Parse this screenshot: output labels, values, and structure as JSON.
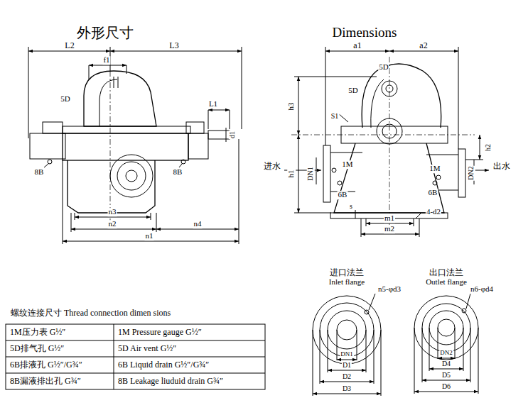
{
  "diagram": {
    "title": "外形尺寸",
    "labels": [
      "Dimensions",
      "L2",
      "L3",
      "f1",
      "5D",
      "L1",
      "d1",
      "8B",
      "8B",
      "n3",
      "n2",
      "n4",
      "n1",
      "a1",
      "a2",
      "5D",
      "5D",
      "h3",
      "S1",
      "h2",
      "进水",
      "1M",
      "1M",
      "出水",
      "DN1",
      "h1",
      "6B",
      "6B",
      "DN2",
      "s",
      "4-d2",
      "m1",
      "m2",
      "进口法兰",
      "Inlet flange",
      "n5-φd3",
      "DN1",
      "D1",
      "D2",
      "D3",
      "出口法兰",
      "Outlet flange",
      "n6-φd4",
      "DN2",
      "D4",
      "D5",
      "D6",
      "螺纹连接尺寸 Thread connection dimen sions",
      "1M压力表 G½″",
      "1M Pressure gauge G½″",
      "5D排气孔 G½″",
      "5D Air vent G½″",
      "6B排液孔 G½″/G¾″",
      "6B Liquid drain G½″/G¾″",
      "8B漏液排出孔 G¾″",
      "8B Leakage liuduid drain G¾″"
    ]
  }
}
